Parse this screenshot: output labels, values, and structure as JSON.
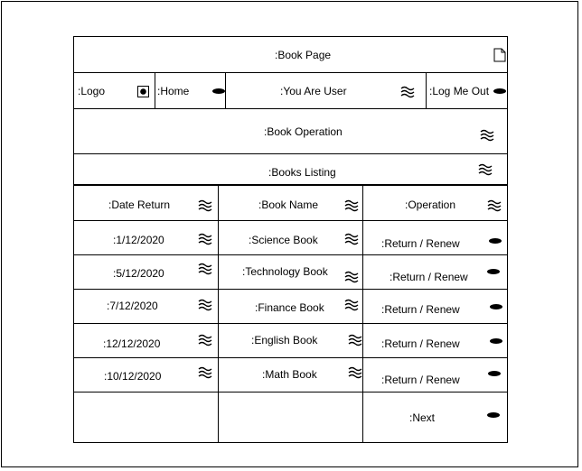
{
  "header": {
    "title": ":Book Page"
  },
  "nav": {
    "logo": ":Logo",
    "home": ":Home",
    "user": ":You Are User",
    "logout": ":Log Me Out"
  },
  "sections": {
    "operation": ":Book Operation",
    "listing": ":Books Listing"
  },
  "table": {
    "columns": [
      ":Date Return",
      ":Book Name",
      ":Operation"
    ],
    "rows": [
      {
        "date": ":1/12/2020",
        "book": ":Science Book",
        "action": ":Return / Renew"
      },
      {
        "date": ":5/12/2020",
        "book": ":Technology Book",
        "action": ":Return / Renew"
      },
      {
        "date": ":7/12/2020",
        "book": ":Finance Book",
        "action": ":Return / Renew"
      },
      {
        "date": ":12/12/2020",
        "book": ":English Book",
        "action": ":Return / Renew"
      },
      {
        "date": ":10/12/2020",
        "book": ":Math Book",
        "action": ":Return / Renew"
      }
    ],
    "next": ":Next"
  },
  "icons": {
    "page": "document-icon",
    "logo": "radio-icon",
    "list": "tilde-list-icon",
    "action": "oval-button-icon"
  }
}
